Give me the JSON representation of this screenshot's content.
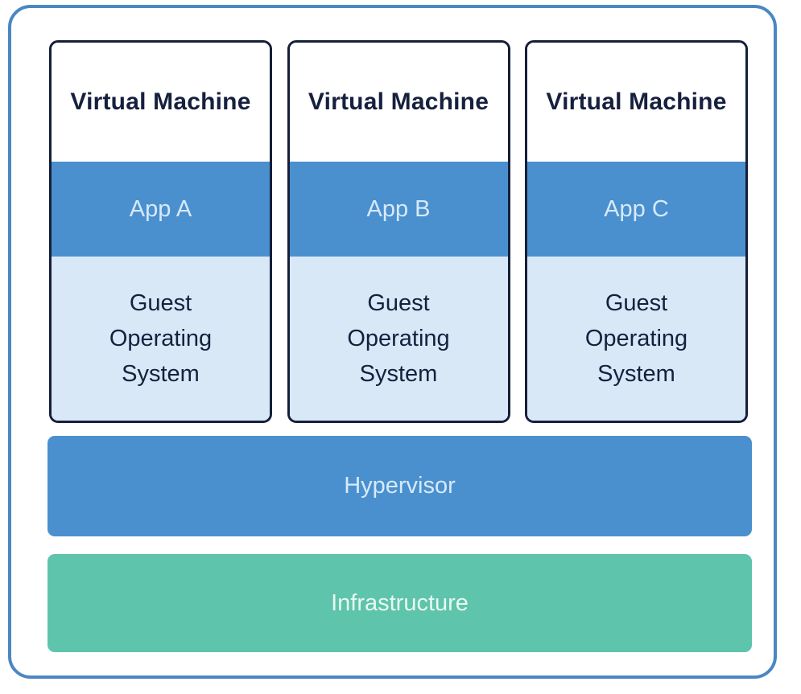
{
  "diagram": {
    "vms": [
      {
        "title": "Virtual Machine",
        "app": "App A",
        "guest_os": "Guest Operating System"
      },
      {
        "title": "Virtual Machine",
        "app": "App B",
        "guest_os": "Guest Operating System"
      },
      {
        "title": "Virtual Machine",
        "app": "App C",
        "guest_os": "Guest Operating System"
      }
    ],
    "layers": [
      {
        "label": "Hypervisor",
        "color": "#4A90CE"
      },
      {
        "label": "Infrastructure",
        "color": "#5EC4AB"
      }
    ],
    "colors": {
      "outer_border": "#4A87C3",
      "vm_border": "#151F3A",
      "title_text": "#16203E",
      "app_band": "#4A90CE",
      "guest_band": "#D8E8F7",
      "hypervisor": "#4A90CE",
      "infrastructure": "#5EC4AB",
      "light_text": "#D7E9F9",
      "light_text_green": "#E8F8F2"
    }
  }
}
